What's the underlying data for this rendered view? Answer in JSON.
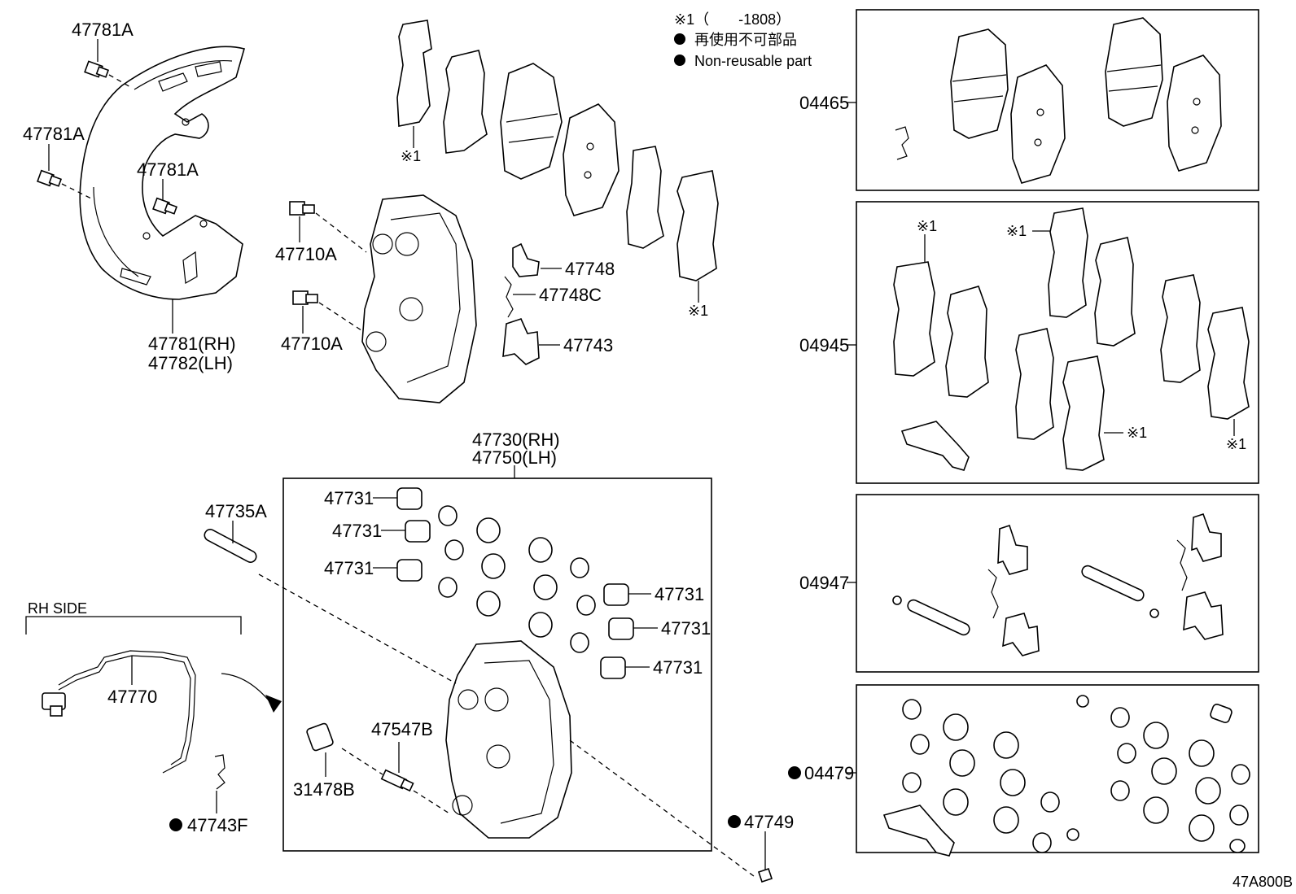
{
  "legend": {
    "note": "※1（　　-1808）",
    "non_reusable_jp": "再使用不可部品",
    "non_reusable_en": "Non-reusable part"
  },
  "labels": {
    "p47781a_1": "47781A",
    "p47781a_2": "47781A",
    "p47781a_3": "47781A",
    "p47781_rh": "47781(RH)",
    "p47782_lh": "47782(LH)",
    "p47710a_1": "47710A",
    "p47710a_2": "47710A",
    "pad_note_1": "※1",
    "pad_note_2": "※1",
    "p47748": "47748",
    "p47748c": "47748C",
    "p47743": "47743",
    "p47730_rh": "47730(RH)",
    "p47750_lh": "47750(LH)",
    "p47735a": "47735A",
    "p47731_1": "47731",
    "p47731_2": "47731",
    "p47731_3": "47731",
    "p47731_4": "47731",
    "p47731_5": "47731",
    "p47731_6": "47731",
    "rh_side": "RH SIDE",
    "p47770": "47770",
    "p47743f": "47743F",
    "p31478b": "31478B",
    "p47547b": "47547B",
    "p47749": "47749",
    "kit_04465": "04465",
    "kit_04945": "04945",
    "kit_04947": "04947",
    "kit_04479": "04479",
    "kit2_note_1": "※1",
    "kit2_note_2": "※1",
    "kit2_note_3": "※1",
    "kit2_note_4": "※1",
    "diagram_id": "47A800B"
  }
}
